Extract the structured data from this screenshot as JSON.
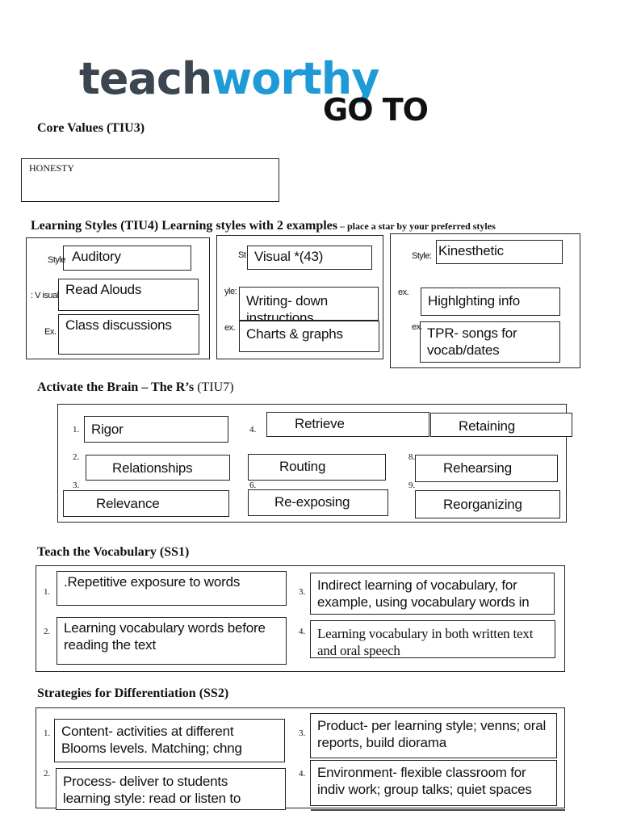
{
  "logo": {
    "part1": "teach",
    "part2": "worthy",
    "color1": "#3b4650",
    "color2": "#1e9ad6"
  },
  "goto": "GO TO",
  "core_values": {
    "heading": "Core Values (TIU3)",
    "value": "HONESTY"
  },
  "learning_styles": {
    "heading": "Learning Styles (TIU4) Learning styles with 2 examples",
    "subheading": " – place a star by your preferred styles",
    "col1": {
      "label_style": "Style",
      "label_visual": ": V isual",
      "label_ex": "Ex.",
      "style": "Auditory",
      "ex1": "Read Alouds",
      "ex2": "Class discussions"
    },
    "col2": {
      "label_style": "St",
      "label_yle": "yle:",
      "label_ex": "ex.",
      "style": "Visual *(43)",
      "ex1": "Writing- down instructions",
      "ex2": "Charts & graphs"
    },
    "col3": {
      "label_style": "Style:",
      "label_ex1": "ex.",
      "label_ex2": "ex.",
      "style": "Kinesthetic",
      "ex1": "Highlghting info",
      "ex2": "TPR- songs for vocab/dates"
    }
  },
  "activate": {
    "heading_a": "Activate the Brain – ",
    "heading_b": "The R’s",
    "heading_c": " (TIU7)",
    "numbers": [
      "1.",
      "2.",
      "3.",
      "4.",
      "6.",
      "8.",
      "9."
    ],
    "items": [
      "Rigor",
      "Relationships",
      "Relevance",
      "Retrieve",
      "Routing",
      "Re-exposing",
      "Retaining",
      "Rehearsing",
      "Reorganizing"
    ]
  },
  "vocabulary": {
    "heading": "Teach the Vocabulary (SS1)",
    "numbers": [
      "1.",
      "2.",
      "3.",
      "4."
    ],
    "items": [
      ".Repetitive exposure to words",
      "Learning vocabulary words before reading the text",
      "Indirect learning of vocabulary, for example, using vocabulary words in",
      "Learning vocabulary in both written text and oral speech"
    ]
  },
  "differentiation": {
    "heading": "Strategies for Differentiation (SS2)",
    "numbers": [
      "1.",
      "2.",
      "3.",
      "4."
    ],
    "items": [
      "Content- activities at different Blooms levels. Matching; chng",
      "Process- deliver to students learning style: read or listen to",
      "Product- per learning style; venns; oral reports, build diorama",
      "Environment- flexible classroom for indiv work; group talks; quiet spaces"
    ]
  }
}
